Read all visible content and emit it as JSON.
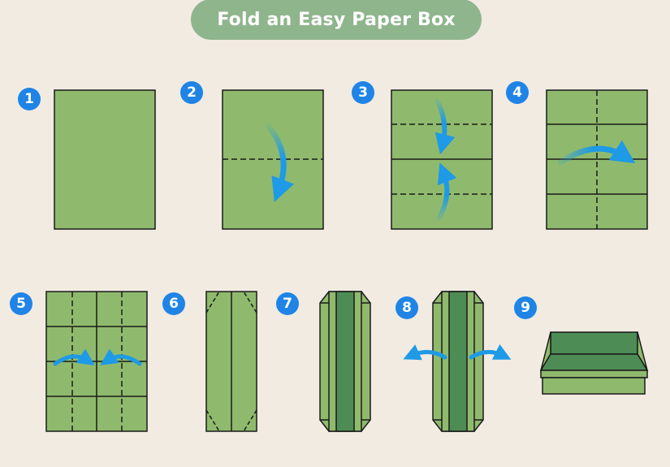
{
  "title": "Fold an Easy Paper Box",
  "steps": [
    {
      "number": "1"
    },
    {
      "number": "2"
    },
    {
      "number": "3"
    },
    {
      "number": "4"
    },
    {
      "number": "5"
    },
    {
      "number": "6"
    },
    {
      "number": "7"
    },
    {
      "number": "8"
    },
    {
      "number": "9"
    }
  ],
  "colors": {
    "background": "#f1ebe2",
    "title_pill": "#8fb58d",
    "paper": "#8fba6d",
    "paper_dark": "#4d8c55",
    "badge": "#1f84e6",
    "arrow": "#1e9ae6",
    "outline": "#1a1a1a"
  },
  "icons": {
    "badge": "numbered-circle",
    "arrow": "curved-fold-arrow"
  }
}
